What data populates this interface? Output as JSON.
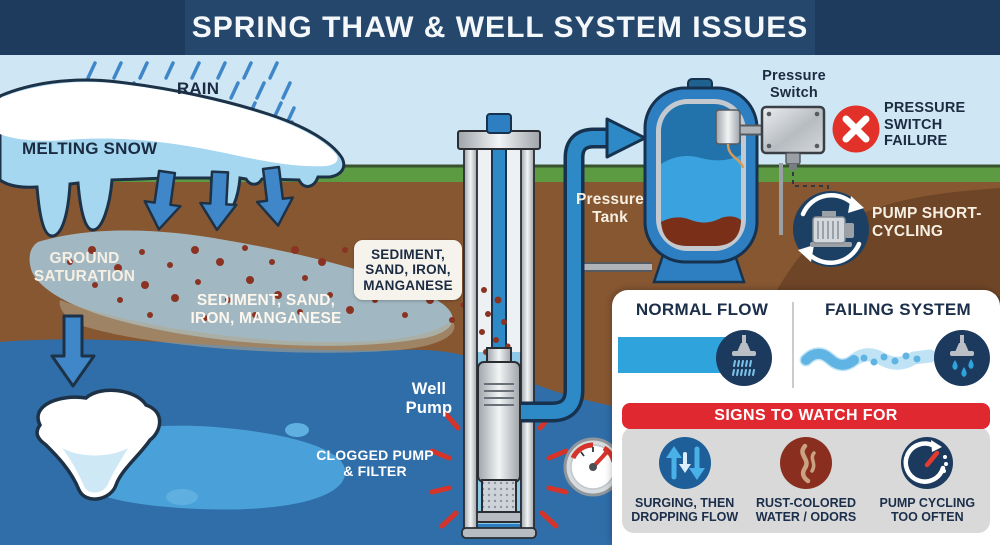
{
  "title": "SPRING THAW & WELL SYSTEM ISSUES",
  "scene": {
    "labels": {
      "rain": "RAIN",
      "melting_snow": "MELTING SNOW",
      "ground_saturation": "GROUND SATURATION",
      "sediment_plume": "SEDIMENT, SAND, IRON, MANGANESE",
      "sediment_boxed": "SEDIMENT, SAND, IRON, MANGANESE",
      "well_pump": "Well Pump",
      "clogged_pump_filter": "CLOGGED PUMP & FILTER",
      "pressure_tank": "Pressure Tank",
      "pressure_switch": "Pressure Switch",
      "pressure_switch_failure": "PRESSURE SWITCH FAILURE",
      "pump_short_cycling": "PUMP SHORT-CYCLING"
    },
    "icons": [
      "rain-drops-icon",
      "snow-melt-icon",
      "infiltration-arrow-icon",
      "ground-saturation-arrow-icon",
      "well-casing-icon",
      "well-pump-icon",
      "pressure-tank-icon",
      "pressure-switch-icon",
      "flow-arrow-icon",
      "failure-x-icon",
      "pump-cycle-icon",
      "pressure-gauge-icon"
    ]
  },
  "panel": {
    "normal_flow": "NORMAL FLOW",
    "failing_system": "FAILING SYSTEM",
    "signs_header": "SIGNS TO WATCH FOR",
    "signs": [
      {
        "label": "SURGING, THEN DROPPING FLOW",
        "icon": "arrows-up-down-icon"
      },
      {
        "label": "RUST-COLORED WATER / ODORS",
        "icon": "odor-wisp-icon"
      },
      {
        "label": "PUMP CYCLING TOO OFTEN",
        "icon": "gauge-cycle-icon"
      }
    ]
  },
  "colors": {
    "banner_bg": "#1e3a5c",
    "sky": "#cfe6f4",
    "grass": "#5d9b43",
    "soil": "#875732",
    "soil_dark": "#6e4527",
    "water": "#2f6ea8",
    "water_light": "#4aa0d8",
    "pipe_blue": "#2e8ac6",
    "tank_blue": "#2e7fc1",
    "alert_red": "#e23128",
    "banner_red": "#e02830",
    "navy_badge": "#1c3a5e",
    "rust_badge": "#8a2f1f",
    "sediment_dot": "#8a3322",
    "text_dark": "#1b2b42",
    "text_cream": "#f7efe2",
    "panel_gray": "#d9d9d9"
  }
}
